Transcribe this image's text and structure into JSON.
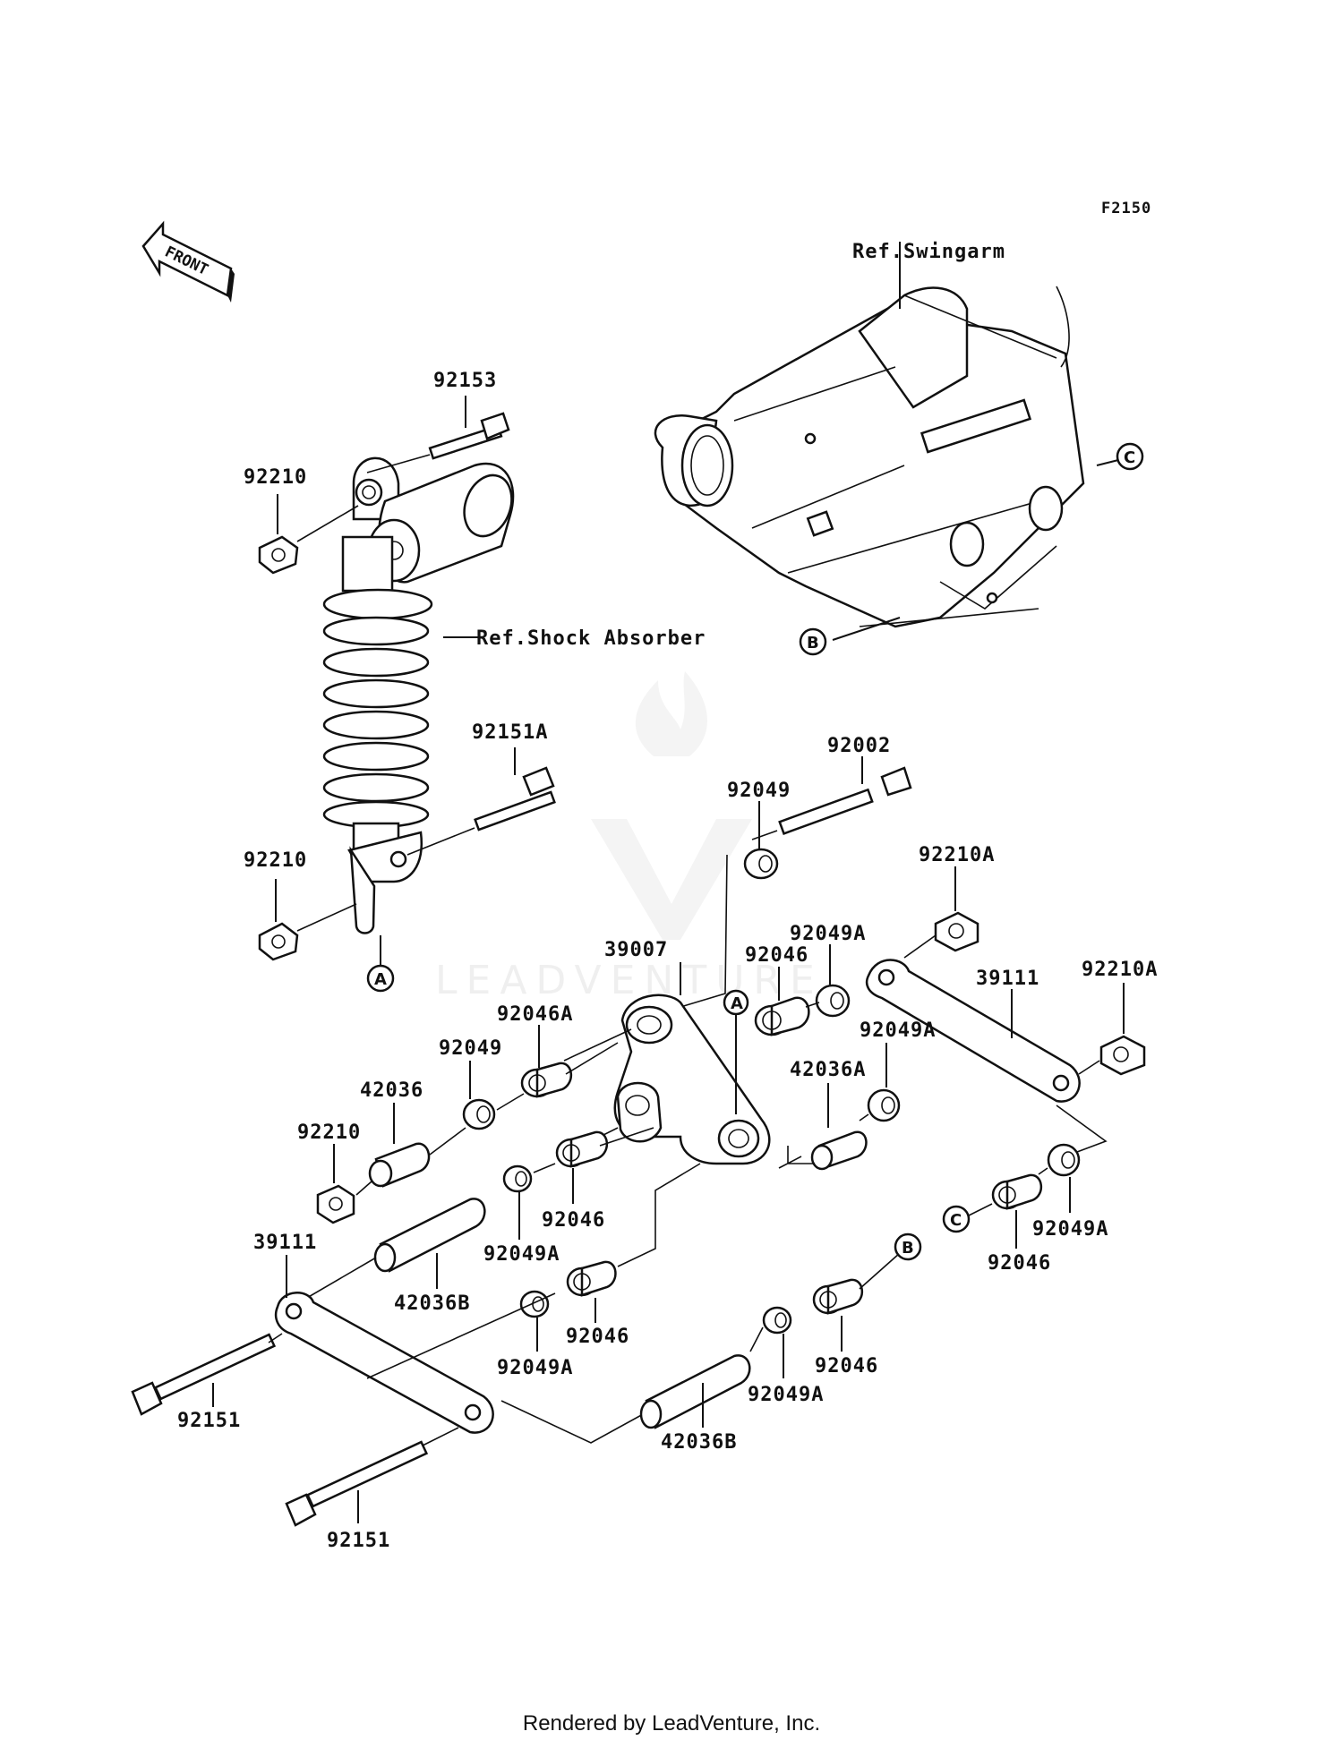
{
  "diagram_code": "F2150",
  "front_arrow": "FRONT",
  "references": {
    "swingarm": "Ref.Swingarm",
    "shock_absorber": "Ref.Shock Absorber"
  },
  "callouts": [
    "A",
    "B",
    "C"
  ],
  "watermark": "LEADVENTURE",
  "parts": {
    "p92153": "92153",
    "p92210_top": "92210",
    "p92151A": "92151A",
    "p92210_mid": "92210",
    "p92002": "92002",
    "p92049_top": "92049",
    "p92210A_top": "92210A",
    "p92049A_top": "92049A",
    "p39007": "39007",
    "p92046_top": "92046",
    "p92046A": "92046A",
    "p39111_right": "39111",
    "p92210A_right": "92210A",
    "p92049A_right": "92049A",
    "p92049_left": "92049",
    "p42036A": "42036A",
    "p42036": "42036",
    "p92210_low": "92210",
    "p39111_left": "39111",
    "p92049A_c1": "92049A",
    "p92046_c1": "92046",
    "p42036B_left": "42036B",
    "p92046_c2": "92046",
    "p92049A_c2": "92049A",
    "p92151_left": "92151",
    "p92151_bottom": "92151",
    "p42036B_bottom": "42036B",
    "p92049A_b": "92049A",
    "p92046_b": "92046",
    "p92046_c": "92046",
    "p92049A_c": "92049A"
  },
  "footer": "Rendered by LeadVenture, Inc."
}
